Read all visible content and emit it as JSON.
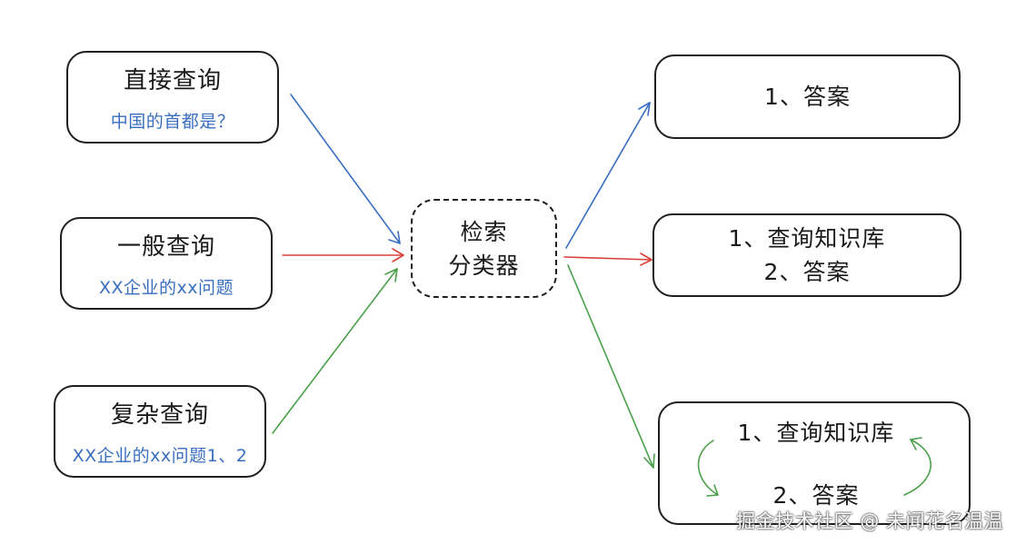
{
  "left": {
    "direct": {
      "title": "直接查询",
      "example": "中国的首都是？"
    },
    "general": {
      "title": "一般查询",
      "example": "XX企业的xx问题"
    },
    "complex": {
      "title": "复杂查询",
      "example": "XX企业的xx问题1、2"
    }
  },
  "center": {
    "line1": "检索",
    "line2": "分类器"
  },
  "right": {
    "answer_only": {
      "line1": "1、答案"
    },
    "kb_answer": {
      "line1": "1、查询知识库",
      "line2": "2、答案"
    },
    "loop": {
      "line1": "1、查询知识库",
      "line2": "2、答案"
    }
  },
  "colors": {
    "blue": "#3a6ec0",
    "red": "#d9403a",
    "green": "#4aa04a"
  },
  "watermark": "掘金技术社区 @ 未闻花名温温"
}
